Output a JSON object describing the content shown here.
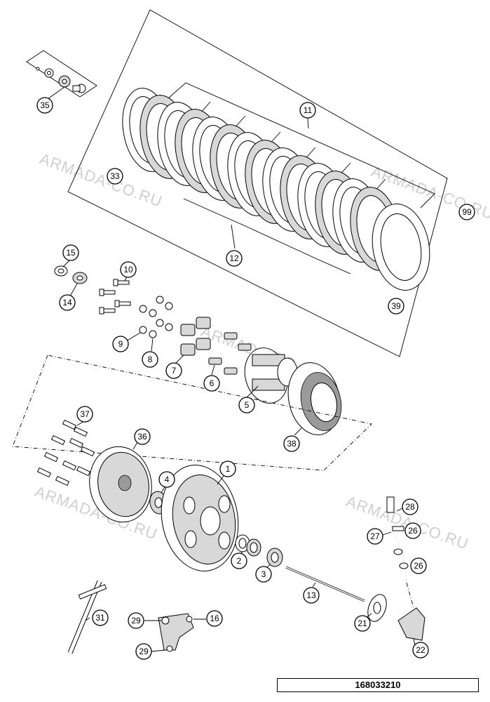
{
  "watermarks": [
    "ARMADA-CO.RU",
    "ARMADA-CO.RU",
    "ARMADA-CO.RU",
    "ARMADA-CO.RU",
    "ARMADA-CO.RU"
  ],
  "reference_number": "168033210",
  "callouts": {
    "c1": "1",
    "c2": "2",
    "c3": "3",
    "c4": "4",
    "c5": "5",
    "c6": "6",
    "c7": "7",
    "c8": "8",
    "c9": "9",
    "c10": "10",
    "c11": "11",
    "c12": "12",
    "c13": "13",
    "c14": "14",
    "c15": "15",
    "c16": "16",
    "c21": "21",
    "c22": "22",
    "c26a": "26",
    "c26b": "26",
    "c27": "27",
    "c28": "28",
    "c29a": "29",
    "c29b": "29",
    "c31": "31",
    "c33": "33",
    "c35": "35",
    "c36": "36",
    "c37": "37",
    "c38": "38",
    "c39": "39",
    "c99": "99"
  }
}
